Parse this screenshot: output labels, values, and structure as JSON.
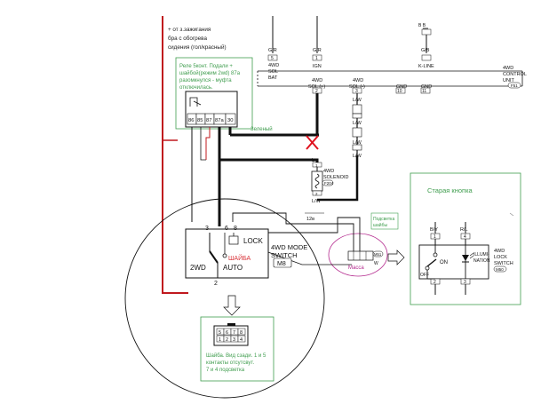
{
  "notes": {
    "top_left": [
      "+ от з.зажигания",
      "бра с обогрева",
      "сидения (гол/красный)"
    ],
    "relay": [
      "Реле 5конт. Подали +",
      "шайбой(режим 2wd) 87a",
      "разомкнулся - муфта",
      "отключилась."
    ],
    "green_wire": "Зеленый",
    "old_button": "Старая кнопка",
    "washer_note": [
      "Шайба. Вид сзади. 1 и 5",
      "контакты отсутсвут.",
      "7 и 4 подсветка"
    ],
    "backlight": [
      "Подсветка",
      "шайбы"
    ],
    "mass": "Масса",
    "v12": "12в"
  },
  "relay_pins": [
    "86",
    "85",
    "87",
    "87a",
    "30"
  ],
  "control_unit": {
    "label": [
      "4WD",
      "CONTROL",
      "UNIT"
    ],
    "connector": "F51",
    "pins_top": [
      {
        "wire": "G/R",
        "pin": "5",
        "name": [
          "4WD",
          "SOL",
          "BAT"
        ]
      },
      {
        "wire": "G/R",
        "pin": "1",
        "name": [
          "IGN"
        ]
      },
      {
        "wire": "G/B",
        "pin": "",
        "name": [
          "K-LINE"
        ]
      }
    ],
    "pins_bottom": [
      {
        "name": [
          "4WD",
          "SOL (+)"
        ],
        "pin": "2"
      },
      {
        "name": [
          "4WD",
          "SOL (-)"
        ],
        "pin": "3"
      },
      {
        "name": [
          "GND"
        ],
        "pin": "10"
      },
      {
        "name": [
          "GND"
        ],
        "pin": "11"
      }
    ],
    "top_right_letters": "B  B"
  },
  "wires": {
    "lw": "L/W",
    "l": "L"
  },
  "solenoid": {
    "label": [
      "4WD",
      "SOLENOID"
    ],
    "connector": "F204",
    "pins": [
      "1",
      "2"
    ]
  },
  "mode_switch": {
    "pins": [
      "3",
      "6",
      "8",
      "2"
    ],
    "lock": "LOCK",
    "washer": "ШАЙБА",
    "title": [
      "4WD MODE",
      "SWITCH"
    ],
    "code": "M8",
    "mode_2wd": "2WD",
    "mode_auto": "AUTO"
  },
  "washer_connector": {
    "top_row": [
      "5",
      "6",
      "7",
      "8"
    ],
    "bottom_row": [
      "1",
      "2",
      "3",
      "4"
    ]
  },
  "mini_connector": {
    "code": "M51",
    "wire": "W"
  },
  "lock_switch": {
    "label": [
      "4WD",
      "LOCK",
      "SWITCH"
    ],
    "code": "M50",
    "wire_left": "B/Y",
    "wire_right": "R/L",
    "pin_left": "1",
    "pin_right": "4",
    "pin_bottom_left": "2",
    "pin_bottom_right": "3",
    "illum": [
      "ILLUMI-",
      "NATION"
    ],
    "on": "ON",
    "off": "OFF"
  },
  "colors": {
    "red": "#c0181e",
    "green": "#3f9d4e",
    "pink": "#b42a8e",
    "black": "#111111",
    "washer_red": "#d9343a"
  }
}
